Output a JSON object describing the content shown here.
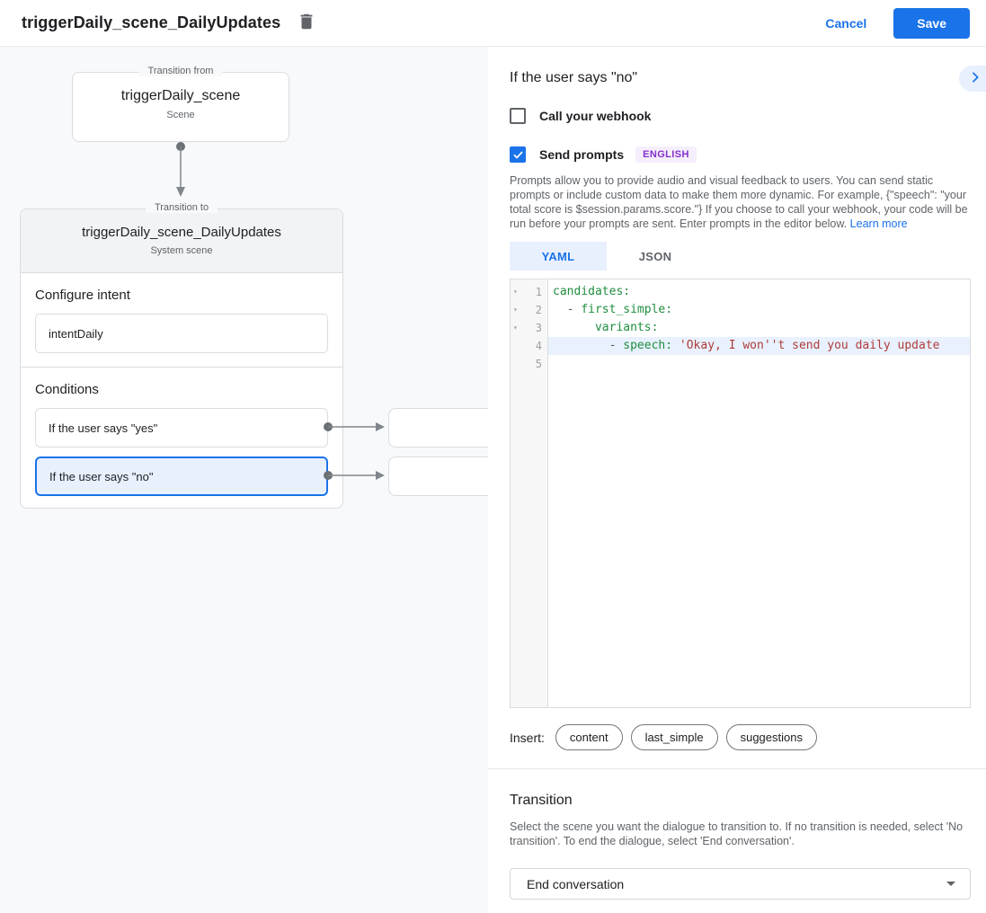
{
  "header": {
    "title": "triggerDaily_scene_DailyUpdates",
    "cancel_label": "Cancel",
    "save_label": "Save"
  },
  "diagram": {
    "from_node": {
      "legend": "Transition from",
      "title": "triggerDaily_scene",
      "subtitle": "Scene"
    },
    "to_node": {
      "legend": "Transition to",
      "title": "triggerDaily_scene_DailyUpdates",
      "subtitle": "System scene"
    },
    "intent": {
      "label": "Configure intent",
      "value": "intentDaily"
    },
    "conditions_label": "Conditions",
    "conditions": [
      {
        "label": "If the user says \"yes\"",
        "selected": false
      },
      {
        "label": "If the user says \"no\"",
        "selected": true
      }
    ]
  },
  "detail": {
    "title": "If the user says \"no\"",
    "webhook": {
      "label": "Call your webhook",
      "checked": false
    },
    "prompts": {
      "label": "Send prompts",
      "checked": true,
      "language_badge": "ENGLISH"
    },
    "description": "Prompts allow you to provide audio and visual feedback to users. You can send static prompts or include custom data to make them more dynamic. For example, {\"speech\": \"your total score is $session.params.score.\"} If you choose to call your webhook, your code will be run before your prompts are sent. Enter prompts in the editor below. ",
    "learn_more_label": "Learn more",
    "tabs": [
      {
        "label": "YAML",
        "active": true
      },
      {
        "label": "JSON",
        "active": false
      }
    ],
    "editor": {
      "lines": [
        {
          "num": 1,
          "fold": true,
          "highlight": false,
          "segments": [
            {
              "text": "candidates:",
              "type": "key"
            }
          ]
        },
        {
          "num": 2,
          "fold": true,
          "highlight": false,
          "segments": [
            {
              "text": "  - ",
              "type": "pln"
            },
            {
              "text": "first_simple:",
              "type": "key"
            }
          ]
        },
        {
          "num": 3,
          "fold": true,
          "highlight": false,
          "segments": [
            {
              "text": "      ",
              "type": "pln"
            },
            {
              "text": "variants:",
              "type": "key"
            }
          ]
        },
        {
          "num": 4,
          "fold": false,
          "highlight": true,
          "segments": [
            {
              "text": "        - ",
              "type": "pln"
            },
            {
              "text": "speech: ",
              "type": "key"
            },
            {
              "text": "'Okay, I won''t send you daily update",
              "type": "str"
            }
          ]
        },
        {
          "num": 5,
          "fold": false,
          "highlight": false,
          "segments": []
        }
      ]
    },
    "insert": {
      "label": "Insert:",
      "chips": [
        "content",
        "last_simple",
        "suggestions"
      ]
    }
  },
  "transition": {
    "title": "Transition",
    "description": "Select the scene you want the dialogue to transition to. If no transition is needed, select 'No transition'. To end the dialogue, select 'End conversation'.",
    "selected_value": "End conversation"
  },
  "colors": {
    "accent_blue": "#1a73e8",
    "light_blue": "#e8f0fe",
    "badge_bg": "#f5eefc",
    "badge_text": "#8430ce",
    "code_key_green": "#1e8e3e",
    "code_string_red": "#b03b3b",
    "highlight_line_bg": "#e8f1fd",
    "panel_bg": "#f8f9fa"
  }
}
